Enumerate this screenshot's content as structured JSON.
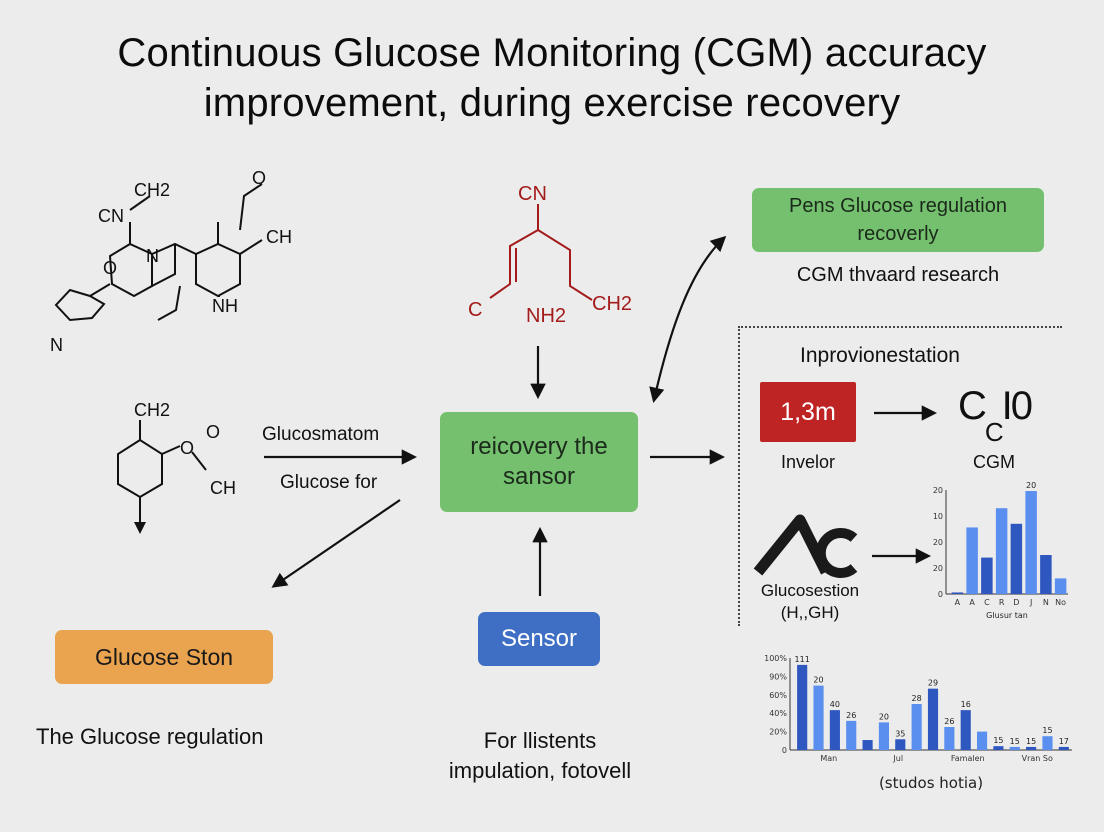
{
  "title": {
    "line1": "Continuous Glucose Monitoring (CGM) accuracy",
    "line2": "improvement, during exercise recovery"
  },
  "molecule_top_left": {
    "labels": [
      "CH2",
      "CN",
      "O",
      "CH",
      "O",
      "N",
      "NH",
      "N"
    ]
  },
  "molecule_mid_left": {
    "labels": [
      "CH2",
      "O",
      "O",
      "CH"
    ]
  },
  "molecule_red": {
    "labels": [
      "CN",
      "C",
      "NH2",
      "CH2"
    ],
    "color": "#a31b1b"
  },
  "flow": {
    "left_label_1": "Glucosmatom",
    "left_label_2": "Glucose for",
    "center_box": "reicovery the sansor",
    "sensor_box": "Sensor",
    "glucose_box": "Glucose Ston",
    "glucose_caption": "The Glucose regulation",
    "sensor_caption_1": "For llistents",
    "sensor_caption_2": "impulation, fotovell"
  },
  "right_panel": {
    "top_box": "Pens Glucose regulation recoverly",
    "top_caption": "CGM thvaard research",
    "section_title": "Inprovionestation",
    "red_badge": "1,3m",
    "red_badge_caption": "Invelor",
    "formula_main": "C",
    "formula_sub": "C",
    "formula_rest": "I0",
    "formula_caption": "CGM",
    "logo_caption_1": "Glucosestion",
    "logo_caption_2": "(H,,GH)"
  },
  "colors": {
    "green_box": "#74c06e",
    "orange_box": "#eaa34f",
    "blue_box": "#3e6fc4",
    "red_badge": "#bf2424",
    "bar_dark": "#2f57c0",
    "bar_light": "#5a8ff0"
  },
  "chart_data": [
    {
      "type": "bar",
      "title": "",
      "xlabel": "Glusur tan",
      "ylabel": "",
      "categories": [
        "A",
        "A",
        "C",
        "R",
        "D",
        "J",
        "N",
        "No"
      ],
      "values": [
        0.3,
        12.8,
        7,
        16.5,
        13.5,
        19.8,
        7.5,
        3
      ],
      "ylim": [
        0,
        20
      ],
      "yticks": [
        "20",
        "10",
        "20",
        "20",
        "0"
      ],
      "data_labels": [
        "",
        "",
        "",
        "",
        "",
        "20",
        "",
        ""
      ]
    },
    {
      "type": "bar",
      "title": "",
      "xlabel": "(studos hotia)",
      "ylabel": "",
      "categories": [
        "Man",
        "Jul",
        "Famalen",
        "Vran So"
      ],
      "values": [
        111,
        84,
        52,
        38,
        13,
        36,
        14,
        60,
        80,
        30,
        52,
        24,
        5,
        4,
        4,
        18,
        4
      ],
      "ylim": [
        0,
        120
      ],
      "yticks": [
        "100%",
        "90%",
        "60%",
        "40%",
        "20%",
        "0"
      ],
      "data_labels": [
        "111",
        "20",
        "40",
        "26",
        "",
        "20",
        "35",
        "28",
        "29",
        "26",
        "16",
        "",
        "15",
        "15",
        "15",
        "15",
        "17"
      ]
    }
  ]
}
